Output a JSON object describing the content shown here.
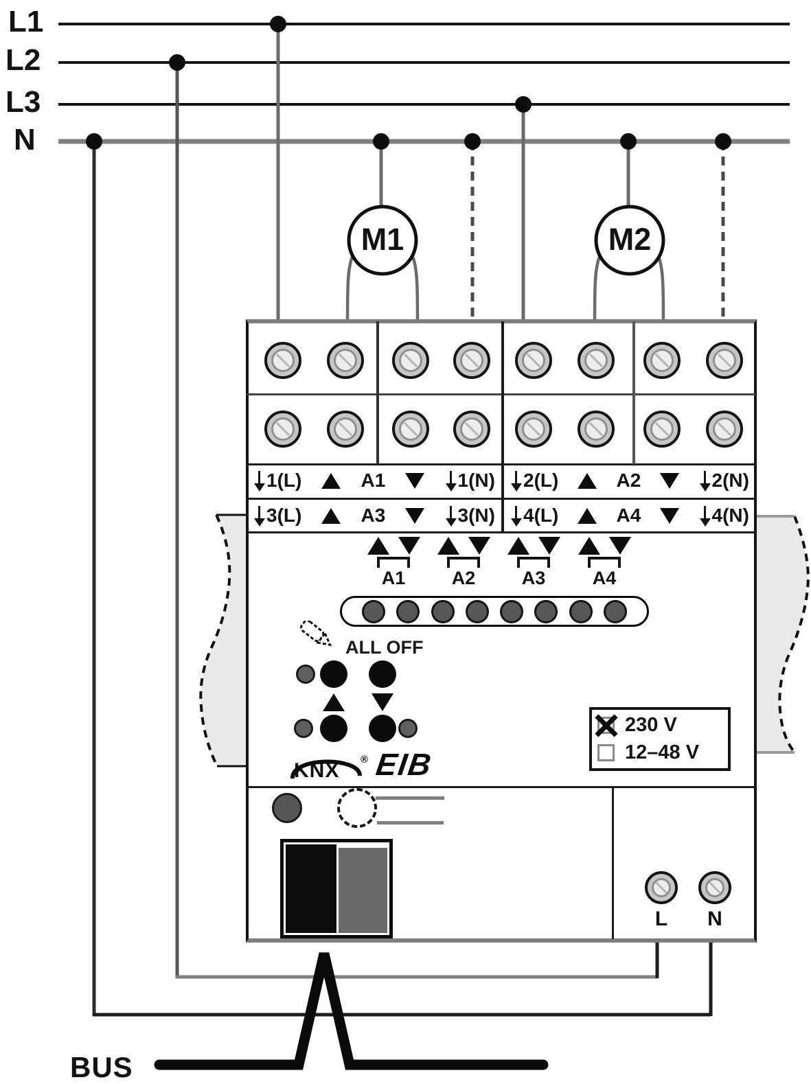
{
  "power_lines": [
    {
      "label": "L1"
    },
    {
      "label": "L2"
    },
    {
      "label": "L3"
    },
    {
      "label": "N"
    }
  ],
  "motors": [
    {
      "label": "M1"
    },
    {
      "label": "M2"
    }
  ],
  "terminal_labels": {
    "up_arrow": "▲",
    "down_arrow": "▼",
    "wire_down_arrow": "↓",
    "channels": [
      {
        "line": "1(L)",
        "output": "A1",
        "neutral": "1(N)"
      },
      {
        "line": "2(L)",
        "output": "A2",
        "neutral": "2(N)"
      },
      {
        "line": "3(L)",
        "output": "A3",
        "neutral": "3(N)"
      },
      {
        "line": "4(L)",
        "output": "A4",
        "neutral": "4(N)"
      }
    ]
  },
  "front_panel": {
    "indicator_groups": [
      "A1",
      "A2",
      "A3",
      "A4"
    ],
    "led_count": 8,
    "all_off_label": "ALL OFF",
    "brand": {
      "knx": "KNX",
      "registered": "®",
      "eib": "EIB"
    },
    "voltage_options": [
      {
        "checked": true,
        "label": "230 V"
      },
      {
        "checked": false,
        "label": "12–48 V"
      }
    ]
  },
  "power_terminals": [
    {
      "label": "L"
    },
    {
      "label": "N"
    }
  ],
  "bus_label": "BUS",
  "colors": {
    "neutral_wire": "#808080",
    "line_wire": "#151515",
    "panel_gray": "#e9e9e9",
    "led_gray": "#575757",
    "bus_connector_black": "#0b0b0b",
    "bus_connector_gray": "#696969"
  }
}
